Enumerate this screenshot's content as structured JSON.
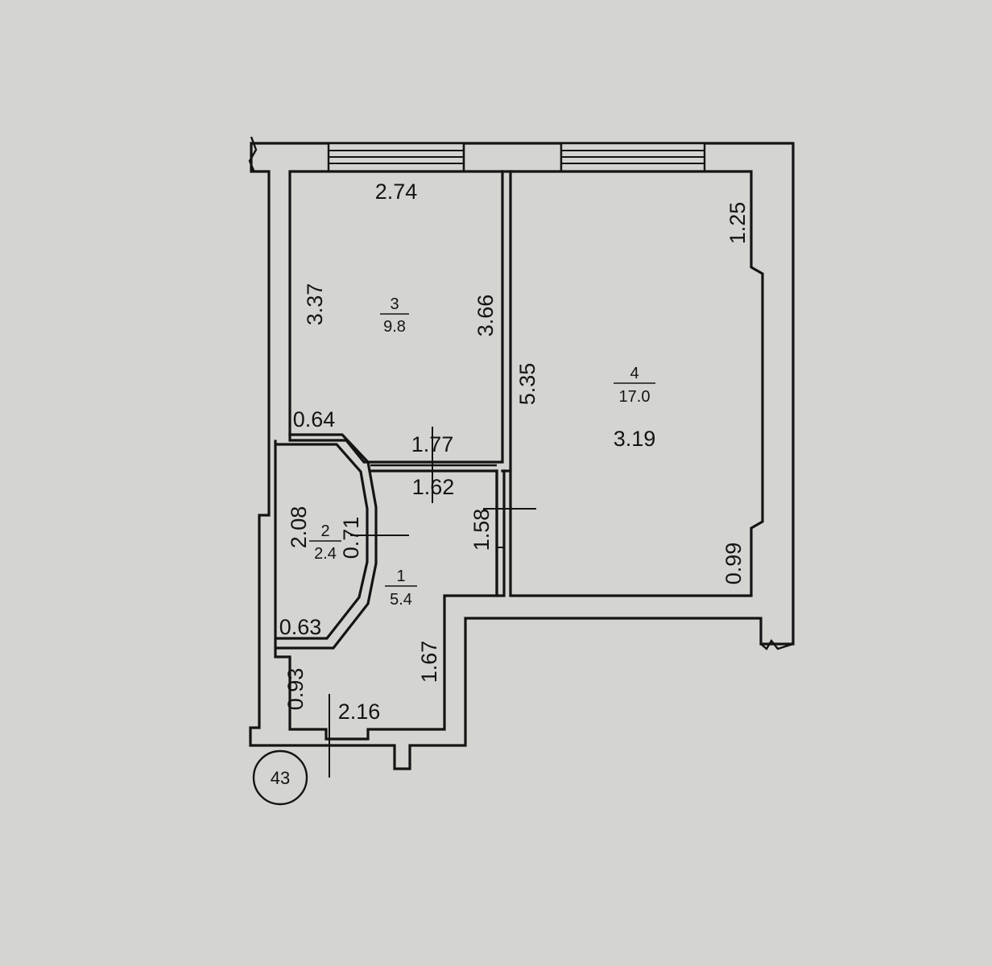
{
  "rooms": [
    {
      "number": "1",
      "area": "5.4"
    },
    {
      "number": "2",
      "area": "2.4"
    },
    {
      "number": "3",
      "area": "9.8"
    },
    {
      "number": "4",
      "area": "17.0"
    }
  ],
  "dimensions": {
    "room3_top": "2.74",
    "room3_left": "3.37",
    "room3_right": "3.66",
    "room4_left": "5.35",
    "room4_top_right": "1.25",
    "room4_bottom_right": "0.99",
    "room4_width": "3.19",
    "bath_top_left": "0.64",
    "hall_top": "1.77",
    "hall_mid": "1.62",
    "hall_right": "1.58",
    "bath_left": "2.08",
    "bath_diag": "0.71",
    "bath_bottom": "0.63",
    "entry_left": "0.93",
    "hall_right_lower": "1.67",
    "entry_bottom": "2.16"
  },
  "sheet_number": "43"
}
